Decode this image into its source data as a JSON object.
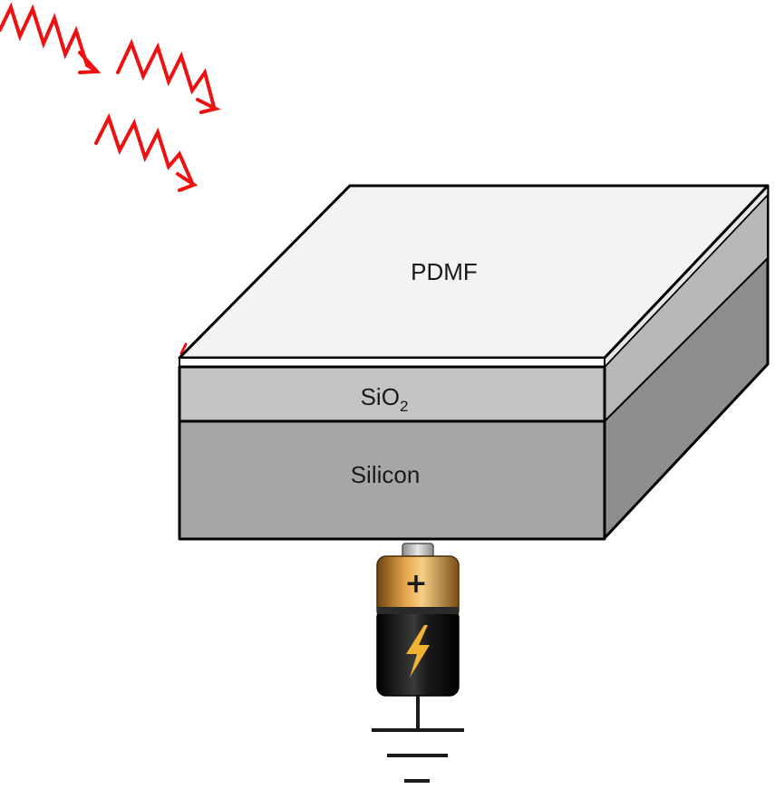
{
  "diagram": {
    "layers": {
      "top": "PDMF",
      "middle_base": "SiO",
      "middle_subscript": "2",
      "bottom": "Silicon"
    },
    "battery": {
      "plus_symbol": "+"
    },
    "colors": {
      "light_rays": "#ee1111",
      "pdmf_top": "#f3f3f3",
      "sio2_front": "#c4c4c4",
      "silicon_front": "#a6a6a6",
      "side_face": "#8e8e8e",
      "battery_gold": "#c8892e",
      "battery_black": "#141414",
      "bolt": "#f2b233"
    }
  }
}
